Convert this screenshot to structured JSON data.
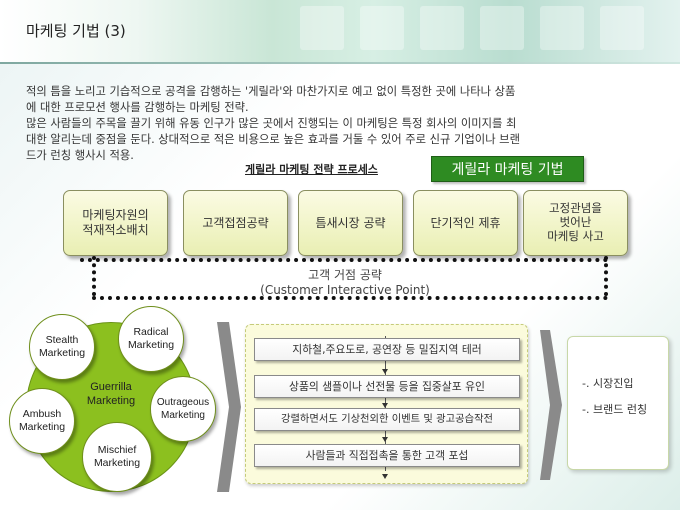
{
  "slide": {
    "title": "마케팅 기법 (3)",
    "paragraph1_line1": "적의 틈을 노리고 기습적으로 공격을 감행하는 '게릴라'와 마찬가지로 예고 없이 특정한 곳에 나타나 상품",
    "paragraph1_line2": "에 대한 프로모션 행사를 감행하는 마케팅 전략.",
    "paragraph2_line1": "많은 사람들의 주목을 끌기 위해 유동 인구가 많은 곳에서 진행되는 이 마케팅은 특정 회사의 이미지를 최",
    "paragraph2_line2": "대한 알리는데 중점을 둔다. 상대적으로 적은 비용으로 높은 효과를 거둘 수 있어 주로 신규 기업이나 브랜",
    "paragraph2_line3": "드가 런칭 행사시 적용.",
    "process_label": "게릴라 마케팅 전략 프로세스",
    "badge": "게릴라 마케팅 기법"
  },
  "stages": [
    "마케팅자원의\n적재적소배치",
    "고객접점공략",
    "틈새시장 공략",
    "단기적인 제휴",
    "고정관념을\n벗어난\n마케팅 사고"
  ],
  "cip": {
    "label_ko": "고객 거점 공략",
    "label_en": "(Customer Interactive Point)"
  },
  "types": {
    "center": "Guerrilla\nMarketing",
    "stealth": "Stealth\nMarketing",
    "radical": "Radical\nMarketing",
    "outrageous": "Outrageous\nMarketing",
    "ambush": "Ambush\nMarketing",
    "mischief": "Mischief\nMarketing"
  },
  "tactics": [
    "지하철,주요도로, 공연장 등 밀집지역 테러",
    "상품의 샘플이나 선전물 등을 집중살포 유인",
    "강렬하면서도 기상천외한 이벤트 및 광고공습작전",
    "사람들과 직접접촉을 통한 고객 포섭"
  ],
  "results": [
    "-. 시장진입",
    "-. 브랜드 런칭"
  ],
  "colors": {
    "badge": "#2e8b22",
    "hub": "#8cc01f",
    "stage_fill": "#eef2bf",
    "tactics_fill": "#fbfbdc"
  }
}
